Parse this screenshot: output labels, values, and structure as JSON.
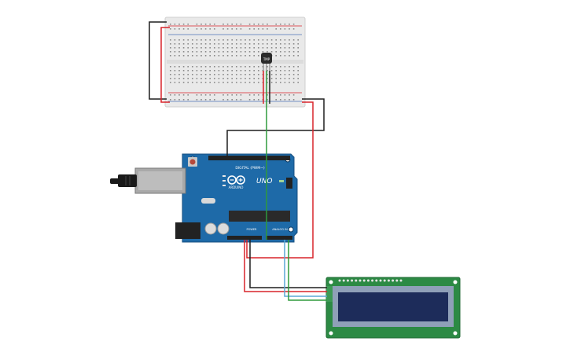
{
  "breadcrumb_sensor": {
    "label": "TMP"
  },
  "arduino": {
    "brand": "ARDUINO",
    "model": "UNO",
    "header_digital": "DIGITAL (PWM~)",
    "header_power": "POWER",
    "header_analog": "ANALOG IN",
    "led_labels": [
      "L",
      "TX",
      "RX"
    ],
    "on_label": "ON"
  },
  "colors": {
    "wire_black": "#1f1f1f",
    "wire_red": "#d8232a",
    "wire_green": "#2e9a3c",
    "wire_blue": "#5aa9d6",
    "board": "#1e6aa8",
    "breadboard": "#e9e9e9",
    "lcd_pcb": "#2c8a44",
    "lcd_screen": "#1d2c5a"
  }
}
